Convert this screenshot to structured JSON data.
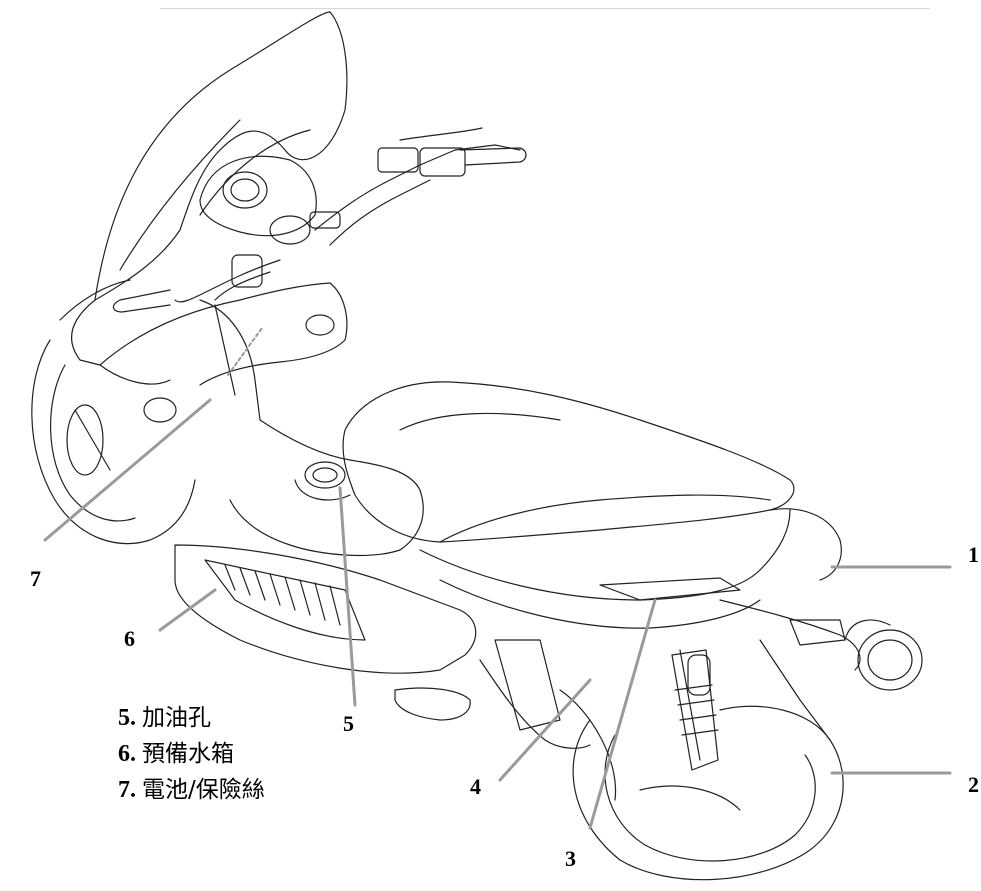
{
  "callouts": {
    "c1": "1",
    "c2": "2",
    "c3": "3",
    "c4": "4",
    "c5": "5",
    "c6": "6",
    "c7": "7"
  },
  "legend": [
    {
      "num": "5.",
      "text": "加油孔"
    },
    {
      "num": "6.",
      "text": "預備水箱"
    },
    {
      "num": "7.",
      "text": "電池/保險絲"
    }
  ],
  "colors": {
    "line_art": "#222222",
    "leader_line": "#9a9a9a"
  }
}
